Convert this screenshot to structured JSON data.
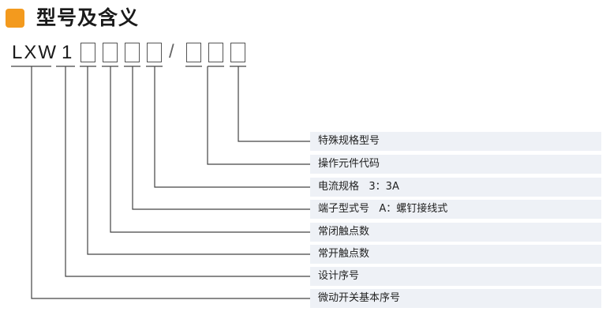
{
  "header": {
    "title": "型号及含义",
    "accent_color": "#f39a1e"
  },
  "code": {
    "prefix": "LXW",
    "digit": "1",
    "separator": "/"
  },
  "meanings": [
    "特殊规格型号",
    "操作元件代码",
    "电流规格   3：3A",
    "端子型式号   A：螺钉接线式",
    "常闭触点数",
    "常开触点数",
    "设计序号",
    "微动开关基本序号"
  ]
}
